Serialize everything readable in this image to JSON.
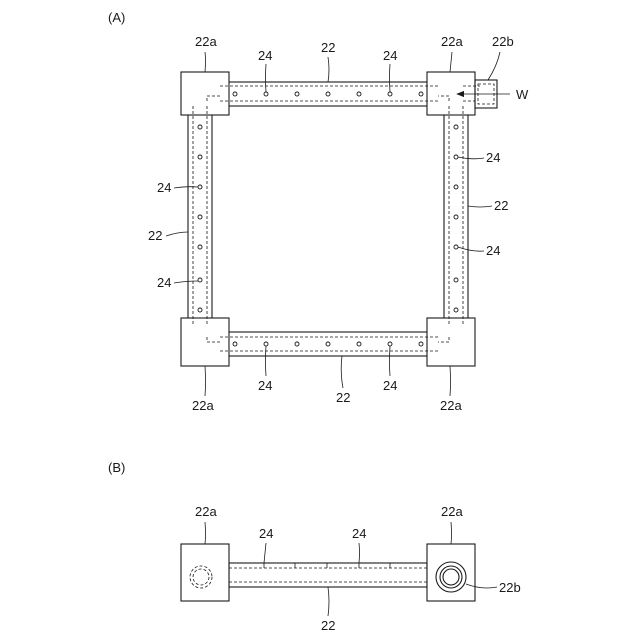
{
  "figure_a": {
    "label": "(A)",
    "ref_header": "22a",
    "ref_pipe": "22",
    "ref_nozzle": "24",
    "ref_inlet": "22b",
    "flow": "W"
  },
  "figure_b": {
    "label": "(B)",
    "ref_header": "22a",
    "ref_pipe": "22",
    "ref_nozzle": "24",
    "ref_inlet": "22b"
  }
}
